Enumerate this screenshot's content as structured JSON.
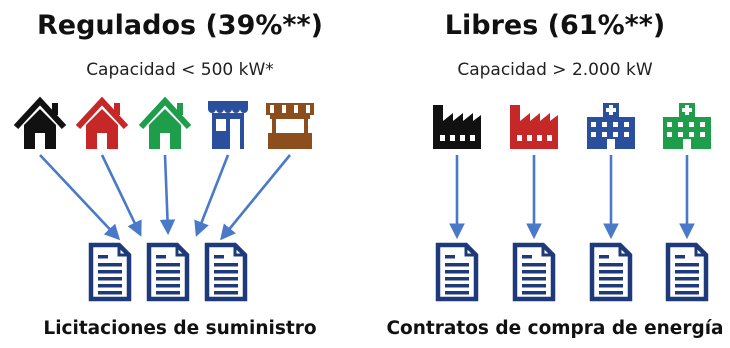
{
  "left": {
    "title": "Regulados (39%**)",
    "subtitle": "Capacidad < 500 kW*",
    "caption": "Licitaciones de suministro",
    "sources": [
      {
        "icon": "house-icon",
        "color": "#111111"
      },
      {
        "icon": "house-icon",
        "color": "#c62828"
      },
      {
        "icon": "house-icon",
        "color": "#1e9e4a"
      },
      {
        "icon": "store-icon",
        "color": "#2a4f9c"
      },
      {
        "icon": "market-stall-icon",
        "color": "#8b4e1c"
      }
    ],
    "documents": 3
  },
  "right": {
    "title": "Libres (61%**)",
    "subtitle": "Capacidad > 2.000 kW",
    "caption": "Contratos de compra de energía",
    "sources": [
      {
        "icon": "factory-icon",
        "color": "#111111"
      },
      {
        "icon": "factory-icon",
        "color": "#c62828"
      },
      {
        "icon": "hospital-icon",
        "color": "#2a4f9c"
      },
      {
        "icon": "hospital-icon",
        "color": "#1e9e4a"
      }
    ],
    "documents": 4
  },
  "colors": {
    "arrow": "#4a79c8",
    "document": "#1f3a7a"
  }
}
